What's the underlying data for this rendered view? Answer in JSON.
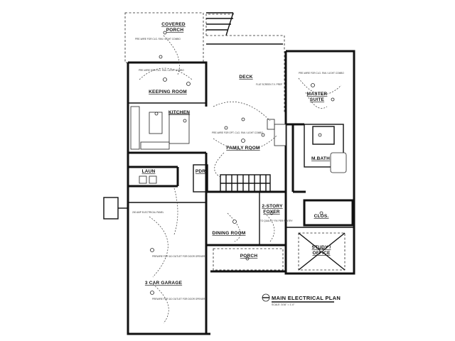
{
  "rooms": {
    "covered_porch": "COVERED PORCH",
    "deck": "DECK",
    "keeping_room": "KEEPING ROOM",
    "kitchen": "KITCHEN",
    "master_suite": "MASTER SUITE",
    "family_room": "FAMILY ROOM",
    "mbath": "M.BATH",
    "laun": "LAUN",
    "pdr": "PDR",
    "foyer": "2-STORY FOYER",
    "clos": "CLOS.",
    "dining_room": "DINING ROOM",
    "study_office": "STUDY / OFFICE",
    "porch": "PORCH",
    "garage": "3 CAR GARAGE"
  },
  "notes": {
    "porch_fan": "PRE-WIRE FOR CLG. FAN / LIGHT COMBO",
    "keeping_fan": "PRE-WIRE FOR CLG. FAN / LIGHT COMBO",
    "deck_tv": "FLAT SCREEN T.V. PREP",
    "master_fan": "PRE-WIRE FOR CLG. FAN / LIGHT COMBO",
    "family_fan": "PRE-WIRE FOR OPT. CLG. FAN / LIGHT COMBO",
    "panel": "200 AMP ELECTRICAL PANEL",
    "garage_door1": "PREWIRE FOR 110 OUTLET FOR DOOR OPENER",
    "garage_door2": "PREWIRE FOR 110 OUTLET FOR DOOR OPENER",
    "foyer_light": "TO QUALITY FIX PER PANTRY"
  },
  "plan_title": "MAIN ELECTRICAL PLAN",
  "plan_scale": "SCALE: 3/16\" = 1'-0\""
}
